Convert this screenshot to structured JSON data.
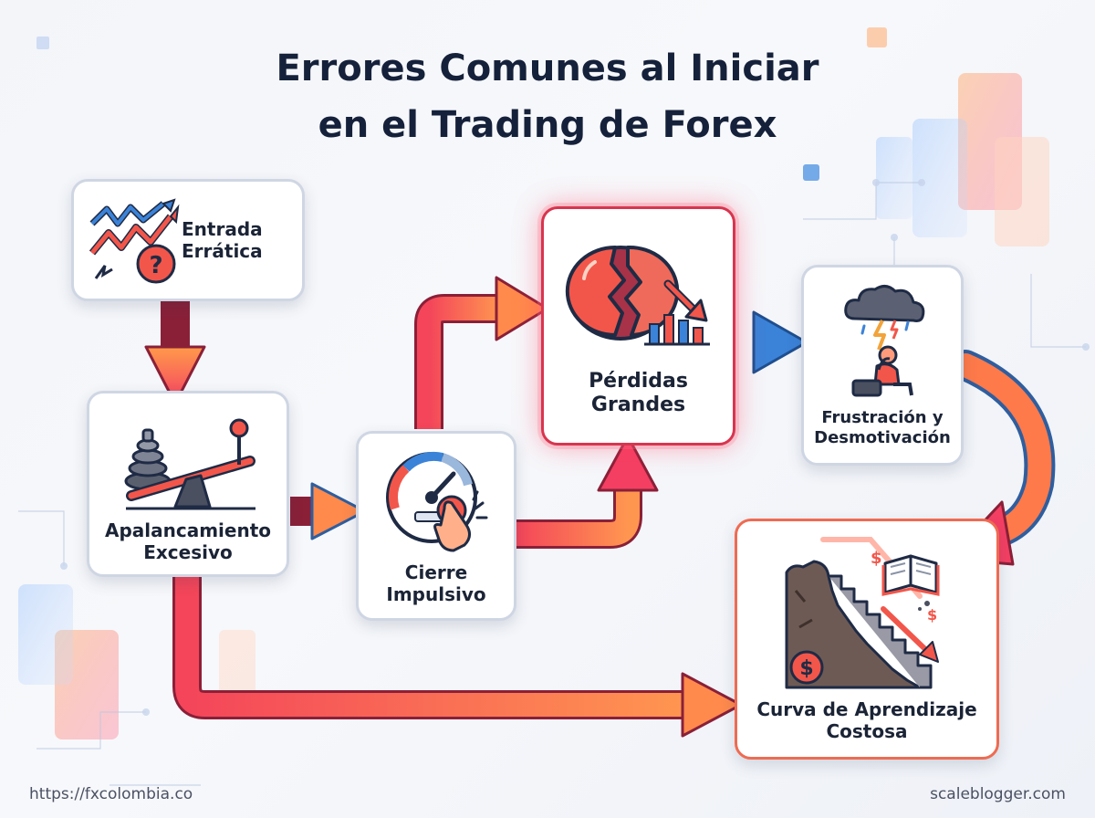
{
  "title": {
    "line1": "Errores Comunes al Iniciar",
    "line2": "en el Trading de Forex"
  },
  "nodes": {
    "entrada": "Entrada\nErrática",
    "apalancamiento": "Apalancamiento\nExcesivo",
    "cierre": "Cierre\nImpulsivo",
    "perdidas": "Pérdidas\nGrandes",
    "frustracion": "Frustración y\nDesmotivación",
    "curva": "Curva de Aprendizaje\nCostosa"
  },
  "icon_text": {
    "question_mark": "?",
    "dollar": "$"
  },
  "footer": {
    "left": "https://fxcolombia.co",
    "right": "scaleblogger.com"
  },
  "colors": {
    "accent": "#f2564a",
    "accent_light": "#ff8a4c",
    "outline": "#8a2038",
    "navy": "#15213a",
    "blue": "#2f7fd6"
  }
}
